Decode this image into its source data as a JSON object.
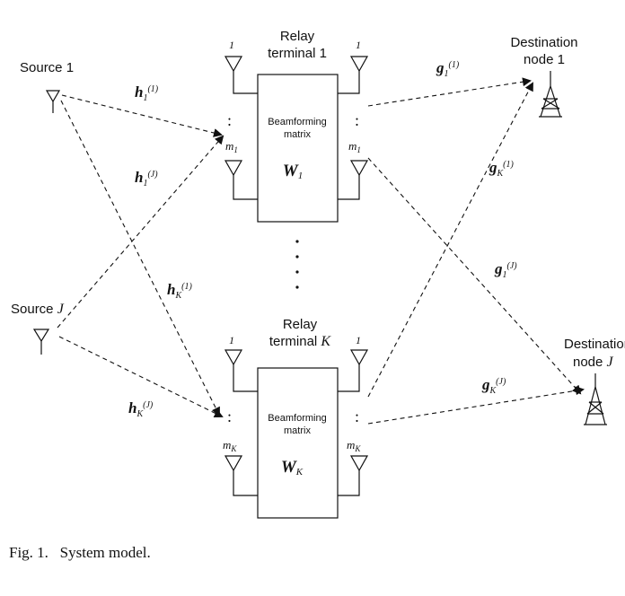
{
  "sources": {
    "source_1": "Source 1",
    "source_j_prefix": "Source ",
    "source_j_var": "J"
  },
  "relays": {
    "relay_1": {
      "title_line1": "Relay",
      "title_line2": "terminal 1",
      "antenna_top_left": "1",
      "antenna_top_right": "1",
      "antenna_bottom_left": "m",
      "antenna_bottom_left_sub": "1",
      "antenna_bottom_right": "m",
      "antenna_bottom_right_sub": "1",
      "box_line1": "Beamforming",
      "box_line2": "matrix",
      "matrix": "W",
      "matrix_sub": "1"
    },
    "relay_k": {
      "title_line1": "Relay",
      "title_line2_prefix": "terminal ",
      "title_line2_var": "K",
      "antenna_top_left": "1",
      "antenna_top_right": "1",
      "antenna_bottom_left": "m",
      "antenna_bottom_left_sub": "K",
      "antenna_bottom_right": "m",
      "antenna_bottom_right_sub": "K",
      "box_line1": "Beamforming",
      "box_line2": "matrix",
      "matrix": "W",
      "matrix_sub": "K"
    }
  },
  "destinations": {
    "dest_1_line1": "Destination",
    "dest_1_line2": "node  1",
    "dest_j_line1": "Destination",
    "dest_j_line2_prefix": "node  ",
    "dest_j_var": "J"
  },
  "channels": {
    "h11": {
      "base": "h",
      "sub": "1",
      "sup": "(1)"
    },
    "h1J": {
      "base": "h",
      "sub": "1",
      "sup": "(J)"
    },
    "hK1": {
      "base": "h",
      "sub": "K",
      "sup": "(1)"
    },
    "hKJ": {
      "base": "h",
      "sub": "K",
      "sup": "(J)"
    },
    "g11": {
      "base": "g",
      "sub": "1",
      "sup": "(1)"
    },
    "gK1": {
      "base": "g",
      "sub": "K",
      "sup": "(1)"
    },
    "g1J": {
      "base": "g",
      "sub": "1",
      "sup": "(J)"
    },
    "gKJ": {
      "base": "g",
      "sub": "K",
      "sup": "(J)"
    }
  },
  "ellipsis": {
    "vertical_dots": ":"
  },
  "caption": "Fig. 1.   System model."
}
